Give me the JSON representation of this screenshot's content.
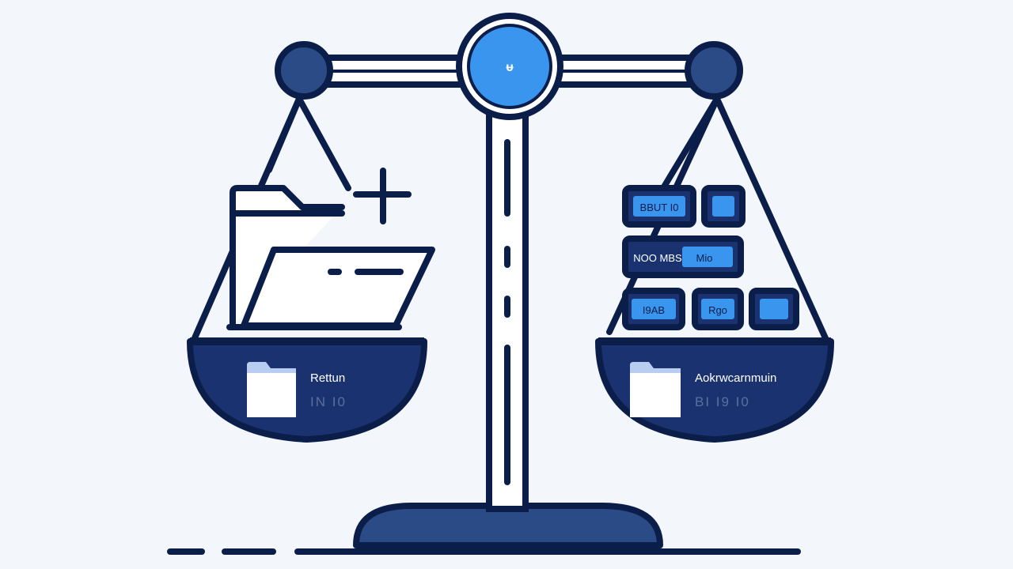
{
  "illustration": {
    "subject": "balance-scale",
    "beam_hub_glyph": "ᵾ",
    "left_pan": {
      "pan_label": "Rettun",
      "pan_sublabel": "IN I0",
      "icons": [
        "folder-open-icon",
        "plus-icon",
        "folder-icon"
      ]
    },
    "right_pan": {
      "pan_label": "Aokrwcarnmuin",
      "pan_sublabel": "BI I9 I0",
      "blocks": [
        {
          "label": "BBUT I0",
          "style": "dark"
        },
        {
          "label": "",
          "style": "blue"
        },
        {
          "label": "NOO MBS",
          "label_b": "Mio",
          "style": "split"
        },
        {
          "label": "I9AB",
          "style": "dark"
        },
        {
          "label": "Rgo",
          "style": "dark"
        },
        {
          "label": "",
          "style": "blue"
        }
      ],
      "icons": [
        "folder-icon"
      ]
    }
  },
  "colors": {
    "background": "#f3f6fa",
    "outline": "#0b1e4a",
    "pan_fill": "#1a3370",
    "accent_blue": "#3a95ee",
    "base_fill": "#2b4b86",
    "white": "#ffffff",
    "folder_tab": "#b9cdf0"
  }
}
